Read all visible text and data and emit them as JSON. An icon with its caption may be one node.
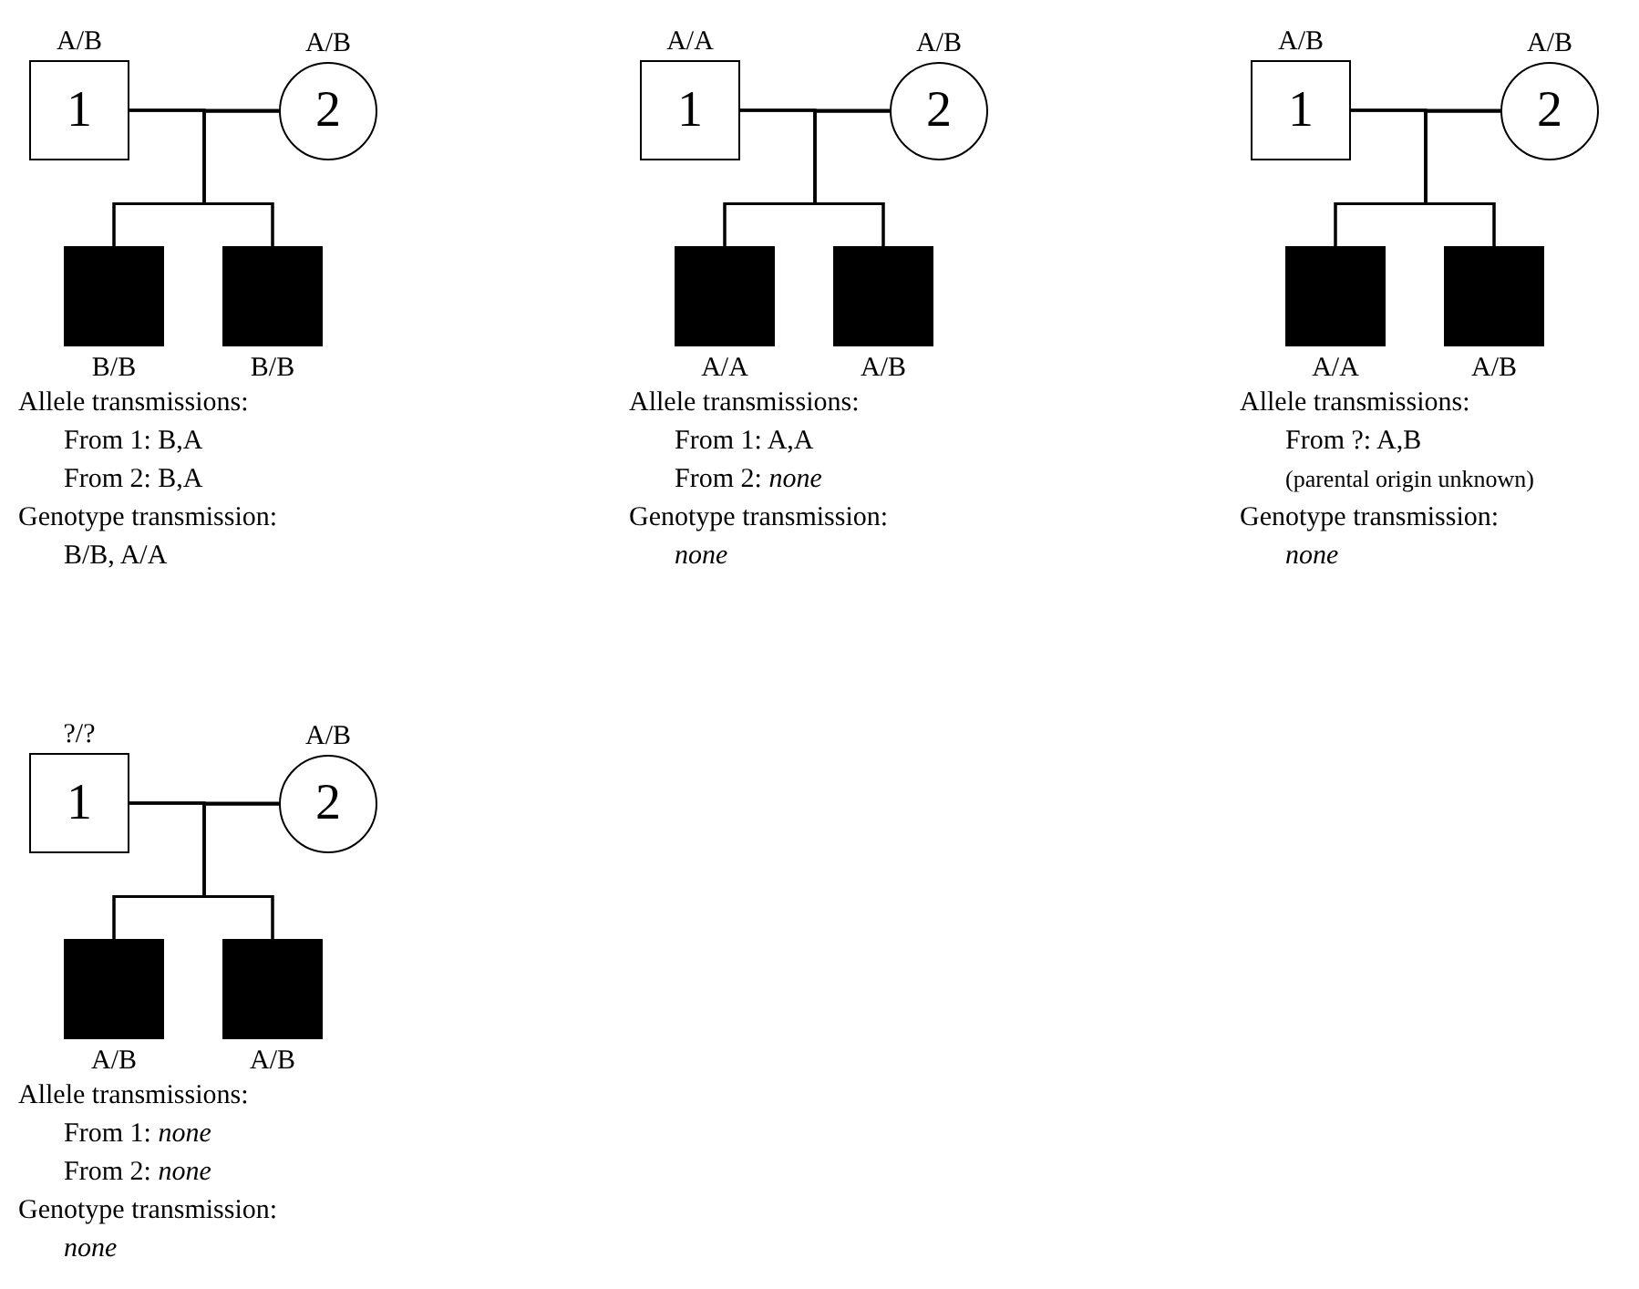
{
  "diagram": {
    "nodes": [
      {
        "text": [
          "1"
        ],
        "beside": [
          "A/B"
        ]
      },
      {
        "text": [
          "2"
        ],
        "beside": [
          "A/B"
        ]
      },
      {
        "text": [],
        "shape": "box",
        "beside": [
          "B/B"
        ]
      },
      {
        "text": [],
        "shape": "box",
        "beside": [
          "B/B"
        ]
      },
      {
        "text": [
          "1"
        ],
        "beside": [
          "A/A"
        ]
      },
      {
        "text": [
          "2"
        ],
        "beside": [
          "A/B"
        ]
      },
      {
        "text": [],
        "shape": "box",
        "beside": [
          "A/A"
        ]
      },
      {
        "text": [],
        "shape": "box",
        "beside": [
          "A/B"
        ]
      },
      {
        "text": [
          "1"
        ],
        "beside": [
          "A/B"
        ]
      },
      {
        "text": [
          "2"
        ],
        "beside": [
          "A/B"
        ]
      },
      {
        "text": [],
        "shape": "box",
        "beside": [
          "A/A"
        ]
      },
      {
        "text": [],
        "shape": "box",
        "beside": [
          "A/B"
        ]
      },
      {
        "text": [
          "1"
        ],
        "beside": [
          "?/?"
        ]
      },
      {
        "text": [
          "2"
        ],
        "beside": [
          "A/B"
        ]
      },
      {
        "text": [],
        "shape": "box",
        "beside": [
          "A/B"
        ]
      },
      {
        "text": [],
        "shape": "box",
        "beside": [
          "A/B"
        ]
      }
    ],
    "edges": [
      {
        "from": 0,
        "to": 1,
        "arrow": "none"
      },
      {
        "from": 0,
        "to": 2,
        "arrow": "none"
      },
      {
        "from": 0,
        "to": 3,
        "arrow": "none"
      },
      {
        "from": 1,
        "to": 2,
        "arrow": "none"
      },
      {
        "from": 1,
        "to": 3,
        "arrow": "none"
      },
      {
        "from": 4,
        "to": 5,
        "arrow": "none"
      },
      {
        "from": 4,
        "to": 6,
        "arrow": "none"
      },
      {
        "from": 4,
        "to": 7,
        "arrow": "none"
      },
      {
        "from": 5,
        "to": 6,
        "arrow": "none"
      },
      {
        "from": 5,
        "to": 7,
        "arrow": "none"
      },
      {
        "from": 8,
        "to": 9,
        "arrow": "none"
      },
      {
        "from": 8,
        "to": 10,
        "arrow": "none"
      },
      {
        "from": 8,
        "to": 11,
        "arrow": "none"
      },
      {
        "from": 9,
        "to": 10,
        "arrow": "none"
      },
      {
        "from": 9,
        "to": 11,
        "arrow": "none"
      },
      {
        "from": 12,
        "to": 13,
        "arrow": "none"
      },
      {
        "from": 12,
        "to": 14,
        "arrow": "none"
      },
      {
        "from": 12,
        "to": 15,
        "arrow": "none"
      },
      {
        "from": 13,
        "to": 14,
        "arrow": "none"
      },
      {
        "from": 13,
        "to": 15,
        "arrow": "none"
      }
    ],
    "labels": [
      "Allele transmissions:",
      "From 1: B,A",
      "From 2: B,A",
      "Genotype transmission:",
      "B/B, A/A",
      "Allele transmissions:",
      "From 1: A,A",
      "From 2: *none*",
      "Genotype transmission:",
      "none",
      "Allele transmissions:",
      "From ?: A,B",
      "(parental origin unknown)",
      "Genotype transmission:",
      "none",
      "Allele transmissions:",
      "From 1: *none*",
      "From 2: *none*",
      "Genotype transmission:",
      "none"
    ]
  }
}
